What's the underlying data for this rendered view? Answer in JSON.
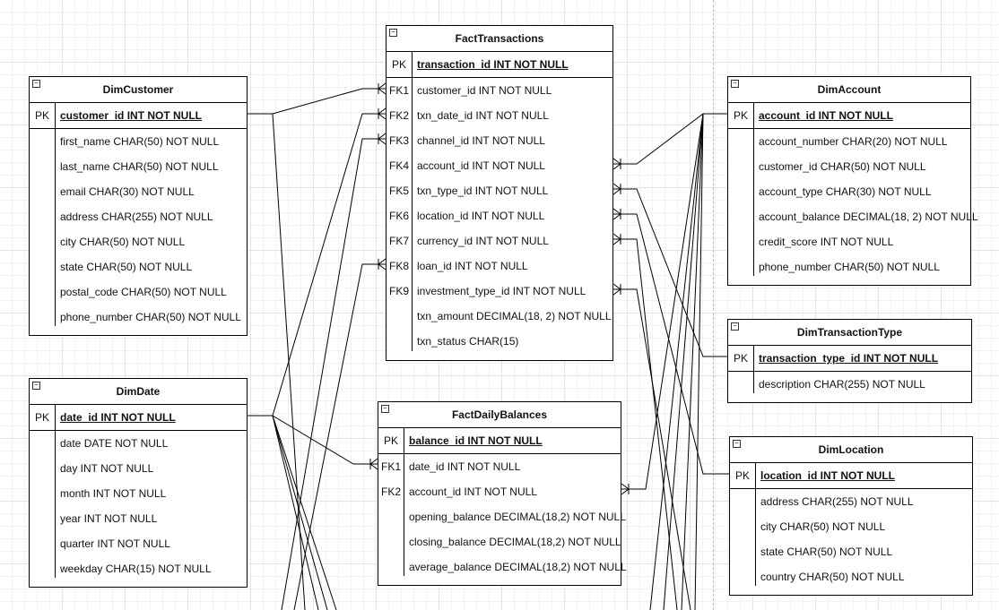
{
  "entities": [
    {
      "id": "FactTransactions",
      "title": "FactTransactions",
      "collapse": "−",
      "pk": {
        "key": "PK",
        "text": "transaction_id INT NOT NULL"
      },
      "rows": [
        {
          "key": "FK1",
          "text": "customer_id INT NOT NULL"
        },
        {
          "key": "FK2",
          "text": "txn_date_id INT NOT NULL"
        },
        {
          "key": "FK3",
          "text": "channel_id INT NOT NULL"
        },
        {
          "key": "FK4",
          "text": "account_id INT NOT NULL"
        },
        {
          "key": "FK5",
          "text": "txn_type_id INT NOT NULL"
        },
        {
          "key": "FK6",
          "text": "location_id INT NOT NULL"
        },
        {
          "key": "FK7",
          "text": "currency_id INT NOT NULL"
        },
        {
          "key": "FK8",
          "text": "loan_id INT NOT NULL"
        },
        {
          "key": "FK9",
          "text": "investment_type_id INT NOT NULL"
        },
        {
          "key": "",
          "text": "txn_amount DECIMAL(18, 2) NOT NULL"
        },
        {
          "key": "",
          "text": "txn_status CHAR(15)"
        }
      ]
    },
    {
      "id": "DimCustomer",
      "title": "DimCustomer",
      "collapse": "−",
      "pk": {
        "key": "PK",
        "text": "customer_id INT NOT NULL"
      },
      "rows": [
        {
          "key": "",
          "text": "first_name CHAR(50) NOT NULL"
        },
        {
          "key": "",
          "text": "last_name CHAR(50) NOT NULL"
        },
        {
          "key": "",
          "text": "email CHAR(30) NOT NULL"
        },
        {
          "key": "",
          "text": "address CHAR(255) NOT NULL"
        },
        {
          "key": "",
          "text": "city CHAR(50) NOT NULL"
        },
        {
          "key": "",
          "text": "state CHAR(50) NOT NULL"
        },
        {
          "key": "",
          "text": "postal_code CHAR(50) NOT NULL"
        },
        {
          "key": "",
          "text": "phone_number CHAR(50) NOT NULL"
        }
      ]
    },
    {
      "id": "DimAccount",
      "title": "DimAccount",
      "collapse": "−",
      "pk": {
        "key": "PK",
        "text": "account_id INT NOT NULL"
      },
      "rows": [
        {
          "key": "",
          "text": "account_number CHAR(20) NOT NULL"
        },
        {
          "key": "",
          "text": "customer_id CHAR(50) NOT NULL"
        },
        {
          "key": "",
          "text": "account_type CHAR(30) NOT NULL"
        },
        {
          "key": "",
          "text": "account_balance DECIMAL(18, 2) NOT NULL"
        },
        {
          "key": "",
          "text": "credit_score INT NOT NULL"
        },
        {
          "key": "",
          "text": "phone_number CHAR(50) NOT NULL"
        }
      ]
    },
    {
      "id": "DimTransactionType",
      "title": "DimTransactionType",
      "collapse": "−",
      "pk": {
        "key": "PK",
        "text": "transaction_type_id INT NOT NULL"
      },
      "rows": [
        {
          "key": "",
          "text": "description CHAR(255) NOT NULL"
        }
      ]
    },
    {
      "id": "DimDate",
      "title": "DimDate",
      "collapse": "−",
      "pk": {
        "key": "PK",
        "text": "date_id INT NOT NULL"
      },
      "rows": [
        {
          "key": "",
          "text": "date DATE NOT NULL"
        },
        {
          "key": "",
          "text": "day INT NOT NULL"
        },
        {
          "key": "",
          "text": "month INT NOT NULL"
        },
        {
          "key": "",
          "text": "year INT NOT NULL"
        },
        {
          "key": "",
          "text": "quarter INT NOT NULL"
        },
        {
          "key": "",
          "text": "weekday CHAR(15) NOT NULL"
        }
      ]
    },
    {
      "id": "FactDailyBalances",
      "title": "FactDailyBalances",
      "collapse": "−",
      "pk": {
        "key": "PK",
        "text": "balance_id INT NOT NULL"
      },
      "rows": [
        {
          "key": "FK1",
          "text": "date_id INT NOT NULL"
        },
        {
          "key": "FK2",
          "text": "account_id INT NOT NULL"
        },
        {
          "key": "",
          "text": "opening_balance DECIMAL(18,2) NOT NULL"
        },
        {
          "key": "",
          "text": "closing_balance DECIMAL(18,2) NOT NULL"
        },
        {
          "key": "",
          "text": "average_balance DECIMAL(18,2) NOT NULL"
        }
      ]
    },
    {
      "id": "DimLocation",
      "title": "DimLocation",
      "collapse": "−",
      "pk": {
        "key": "PK",
        "text": "location_id INT NOT NULL"
      },
      "rows": [
        {
          "key": "",
          "text": "address CHAR(255) NOT NULL"
        },
        {
          "key": "",
          "text": "city CHAR(50) NOT NULL"
        },
        {
          "key": "",
          "text": "state CHAR(50) NOT NULL"
        },
        {
          "key": "",
          "text": "country CHAR(50) NOT NULL"
        }
      ]
    }
  ]
}
